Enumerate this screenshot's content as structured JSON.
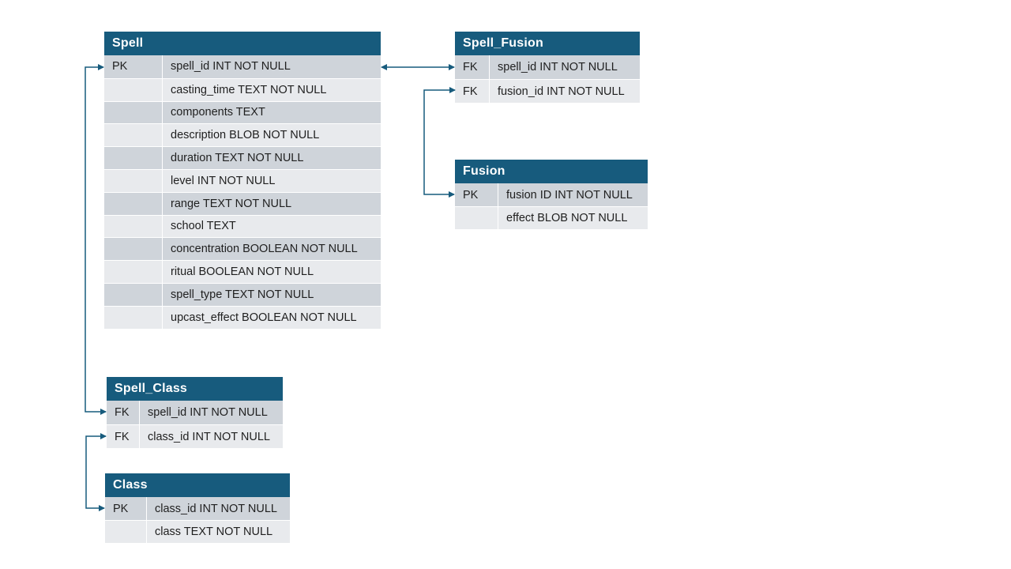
{
  "colors": {
    "header_bg": "#175b7d",
    "header_text": "#ffffff",
    "row_dark": "#cfd4da",
    "row_light": "#e8eaed",
    "connector": "#175b7d"
  },
  "tables": {
    "spell": {
      "title": "Spell",
      "rows": [
        {
          "key": "PK",
          "column": "spell_id INT NOT NULL"
        },
        {
          "key": "",
          "column": "casting_time TEXT NOT NULL"
        },
        {
          "key": "",
          "column": "components TEXT"
        },
        {
          "key": "",
          "column": "description BLOB NOT NULL"
        },
        {
          "key": "",
          "column": "duration TEXT NOT NULL"
        },
        {
          "key": "",
          "column": "level INT NOT NULL"
        },
        {
          "key": "",
          "column": "range TEXT NOT NULL"
        },
        {
          "key": "",
          "column": "school TEXT"
        },
        {
          "key": "",
          "column": "concentration BOOLEAN NOT NULL"
        },
        {
          "key": "",
          "column": "ritual BOOLEAN NOT NULL"
        },
        {
          "key": "",
          "column": "spell_type TEXT NOT NULL"
        },
        {
          "key": "",
          "column": "upcast_effect BOOLEAN NOT NULL"
        }
      ]
    },
    "spell_fusion": {
      "title": "Spell_Fusion",
      "rows": [
        {
          "key": "FK",
          "column": "spell_id INT NOT NULL"
        },
        {
          "key": "FK",
          "column": "fusion_id INT NOT NULL"
        }
      ]
    },
    "fusion": {
      "title": "Fusion",
      "rows": [
        {
          "key": "PK",
          "column": "fusion ID INT NOT NULL"
        },
        {
          "key": "",
          "column": "effect BLOB NOT NULL"
        }
      ]
    },
    "spell_class": {
      "title": "Spell_Class",
      "rows": [
        {
          "key": "FK",
          "column": "spell_id INT NOT NULL"
        },
        {
          "key": "FK",
          "column": "class_id INT NOT NULL"
        }
      ]
    },
    "class": {
      "title": "Class",
      "rows": [
        {
          "key": "PK",
          "column": "class_id INT NOT NULL"
        },
        {
          "key": "",
          "column": "class TEXT NOT NULL"
        }
      ]
    }
  }
}
